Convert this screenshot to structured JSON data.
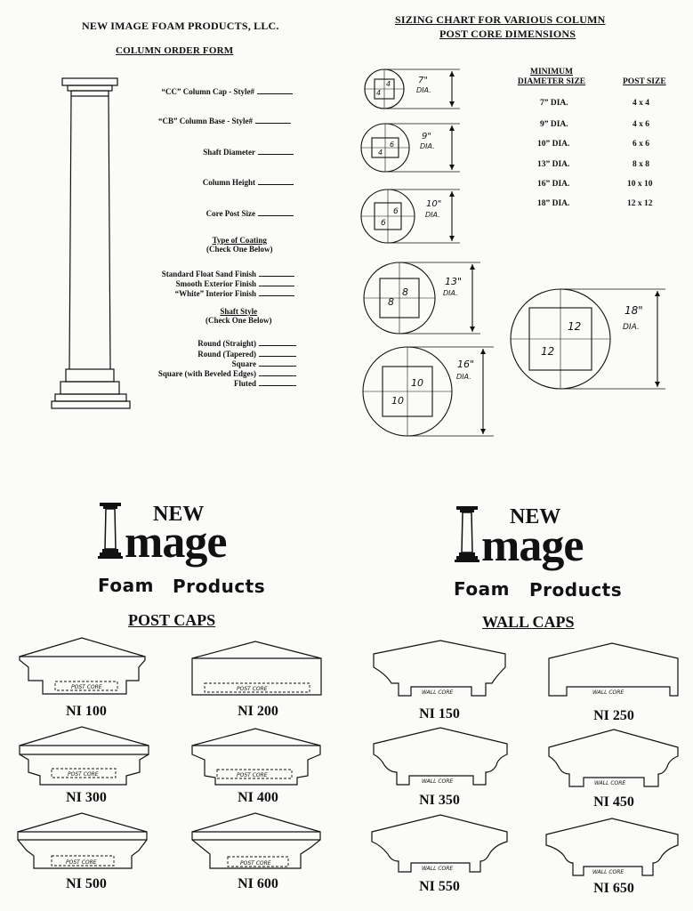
{
  "order_form": {
    "company": "NEW IMAGE FOAM PRODUCTS, LLC.",
    "title": "COLUMN ORDER FORM",
    "fields": [
      "“CC” Column Cap - Style#",
      "“CB” Column Base - Style#",
      "Shaft Diameter",
      "Column Height",
      "Core Post Size"
    ],
    "coating": {
      "title": "Type of Coating",
      "note": "(Check One Below)",
      "options": [
        "Standard Float Sand Finish",
        "Smooth Exterior Finish",
        "“White” Interior Finish"
      ]
    },
    "shaft": {
      "title": "Shaft Style",
      "note": "(Check One Below)",
      "options": [
        "Round (Straight)",
        "Round (Tapered)",
        "Square",
        "Square (with Beveled Edges)",
        "Fluted"
      ]
    }
  },
  "sizing_chart": {
    "title_line1": "SIZING CHART FOR VARIOUS COLUMN",
    "title_line2": "POST CORE DIMENSIONS",
    "col1_header_line1": "MINIMUM",
    "col1_header_line2": "DIAMETER SIZE",
    "col2_header": "POST SIZE",
    "rows": [
      {
        "diameter": "7” DIA.",
        "post": "4  x  4"
      },
      {
        "diameter": "9” DIA.",
        "post": "4  x  6"
      },
      {
        "diameter": "10” DIA.",
        "post": "6  x  6"
      },
      {
        "diameter": "13” DIA.",
        "post": "8  x  8"
      },
      {
        "diameter": "16” DIA.",
        "post": "10  x  10"
      },
      {
        "diameter": "18” DIA.",
        "post": "12  x  12"
      }
    ],
    "diagrams": [
      {
        "dim": "7\"",
        "dia": "DIA.",
        "a": "4",
        "b": "4"
      },
      {
        "dim": "9\"",
        "dia": "DIA.",
        "a": "4",
        "b": "6"
      },
      {
        "dim": "10\"",
        "dia": "DIA.",
        "a": "6",
        "b": "6"
      },
      {
        "dim": "13\"",
        "dia": "DIA.",
        "a": "8",
        "b": "8"
      },
      {
        "dim": "16\"",
        "dia": "DIA.",
        "a": "10",
        "b": "10"
      },
      {
        "dim": "18\"",
        "dia": "DIA.",
        "a": "12",
        "b": "12"
      }
    ]
  },
  "logo": {
    "new": "NEW",
    "image_rest": "mage",
    "foam": "Foam",
    "products": "Products"
  },
  "post_caps": {
    "title": "POST CAPS",
    "core_label": "POST CORE",
    "items": [
      "NI 100",
      "NI 200",
      "NI 300",
      "NI 400",
      "NI 500",
      "NI 600"
    ]
  },
  "wall_caps": {
    "title": "WALL CAPS",
    "core_label": "WALL CORE",
    "items": [
      "NI 150",
      "NI 250",
      "NI 350",
      "NI 450",
      "NI 550",
      "NI 650"
    ]
  }
}
